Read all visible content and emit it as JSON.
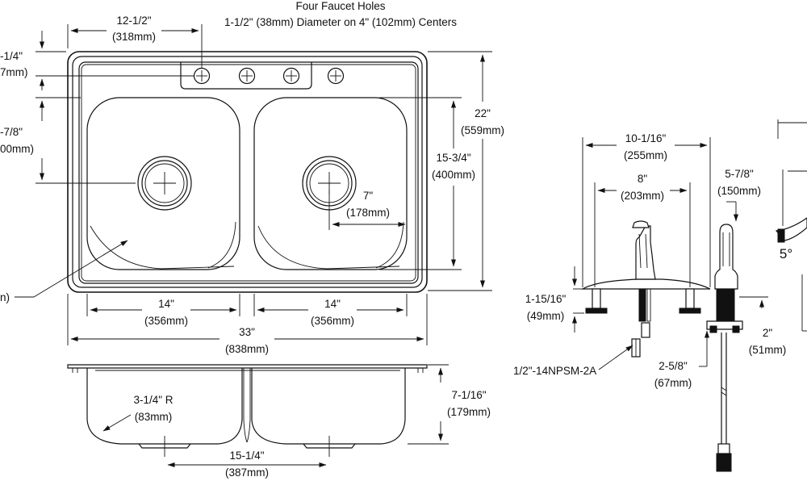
{
  "colors": {
    "line": "#111111",
    "background": "#ffffff"
  },
  "top_view": {
    "header_line1": "Four Faucet Holes",
    "header_line2": "1-1/2\" (38mm) Diameter on 4\" (102mm) Centers",
    "dim_faucet_offset": {
      "inch": "12-1/2\"",
      "mm": "(318mm)"
    },
    "dim_hole_setback": {
      "inch": "-1/4\"",
      "mm": "7mm)"
    },
    "dim_drain_setback": {
      "inch": "-7/8\"",
      "mm": "00mm)"
    },
    "dim_overall_depth": {
      "inch": "22\"",
      "mm": "(559mm)"
    },
    "dim_bowl_depth": {
      "inch": "15-3/4\"",
      "mm": "(400mm)"
    },
    "dim_drain_offset": {
      "inch": "7\"",
      "mm": "(178mm)"
    },
    "dim_left_bowl_width": {
      "inch": "14\"",
      "mm": "(356mm)"
    },
    "dim_right_bowl_width": {
      "inch": "14\"",
      "mm": "(356mm)"
    },
    "dim_overall_width": {
      "inch": "33\"",
      "mm": "(838mm)"
    },
    "leader_label": "n)"
  },
  "section_view": {
    "dim_corner_radius": {
      "inch": "3-1/4\" R",
      "mm": "(83mm)"
    },
    "dim_bowl_height": {
      "inch": "7-1/16\"",
      "mm": "(179mm)"
    },
    "dim_drain_spacing": {
      "inch": "15-1/4\"",
      "mm": "(387mm)"
    }
  },
  "faucet_view": {
    "dim_plate_width": {
      "inch": "10-1/16\"",
      "mm": "(255mm)"
    },
    "dim_hole_span": {
      "inch": "8\"",
      "mm": "(203mm)"
    },
    "dim_spray_height": {
      "inch": "5-7/8\"",
      "mm": "(150mm)"
    },
    "dim_shank": {
      "inch": "1-15/16\"",
      "mm": "(49mm)"
    },
    "thread_label": "1/2\"-14NPSM-2A",
    "dim_hose_depth": {
      "inch": "2-5/8\"",
      "mm": "(67mm)"
    },
    "dim_spray_base": {
      "inch": "2\"",
      "mm": "(51mm)"
    },
    "angle_label": "5°"
  }
}
